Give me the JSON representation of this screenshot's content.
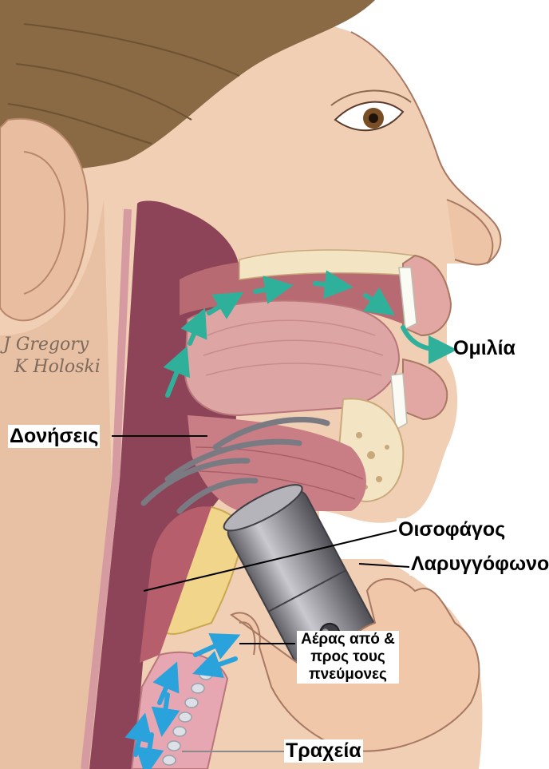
{
  "labels": {
    "speech": "Ομιλία",
    "vibrations": "Δονήσεις",
    "esophagus": "Οισοφάγος",
    "electrolarynx": "Λαρυγγόφωνο",
    "air": "Αέρας από & προς τους πνεύμονες",
    "trachea": "Τραχεία"
  },
  "signature": {
    "line1": "J Gregory",
    "line2": "K Holoski"
  },
  "colors": {
    "skin": "#f1cfb4",
    "skin_shadow": "#e0b79a",
    "hair": "#8a6a45",
    "pharynx": "#8e4458",
    "tongue": "#dea5a5",
    "mucosa": "#b86a72",
    "bone": "#f3e4c4",
    "esophagus_fat": "#f1d58a",
    "device_metal": "#8c8c92",
    "speech_arrow": "#2fb09a",
    "air_arrow": "#2aa2dc",
    "vibration_wave": "#7a7a82"
  }
}
